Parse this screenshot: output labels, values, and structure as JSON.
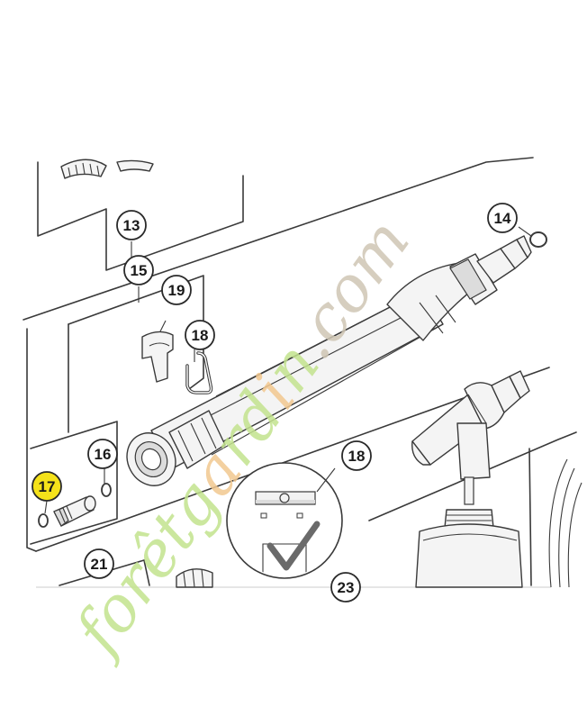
{
  "diagram": {
    "callouts": [
      {
        "id": "c13",
        "label": "13",
        "highlight": false
      },
      {
        "id": "c14",
        "label": "14",
        "highlight": false
      },
      {
        "id": "c15",
        "label": "15",
        "highlight": false
      },
      {
        "id": "c19",
        "label": "19",
        "highlight": false
      },
      {
        "id": "c18a",
        "label": "18",
        "highlight": false
      },
      {
        "id": "c16",
        "label": "16",
        "highlight": false
      },
      {
        "id": "c17",
        "label": "17",
        "highlight": true
      },
      {
        "id": "c18b",
        "label": "18",
        "highlight": false
      },
      {
        "id": "c21",
        "label": "21",
        "highlight": false
      },
      {
        "id": "c23",
        "label": "23",
        "highlight": false
      }
    ],
    "highlight_color": "#f5e21a"
  },
  "watermark": {
    "prefix": "forêt",
    "suffix": "gardin.com",
    "color_green": "#c3e38e",
    "color_orange": "#f2c890",
    "color_grey": "#cfc6b4"
  }
}
